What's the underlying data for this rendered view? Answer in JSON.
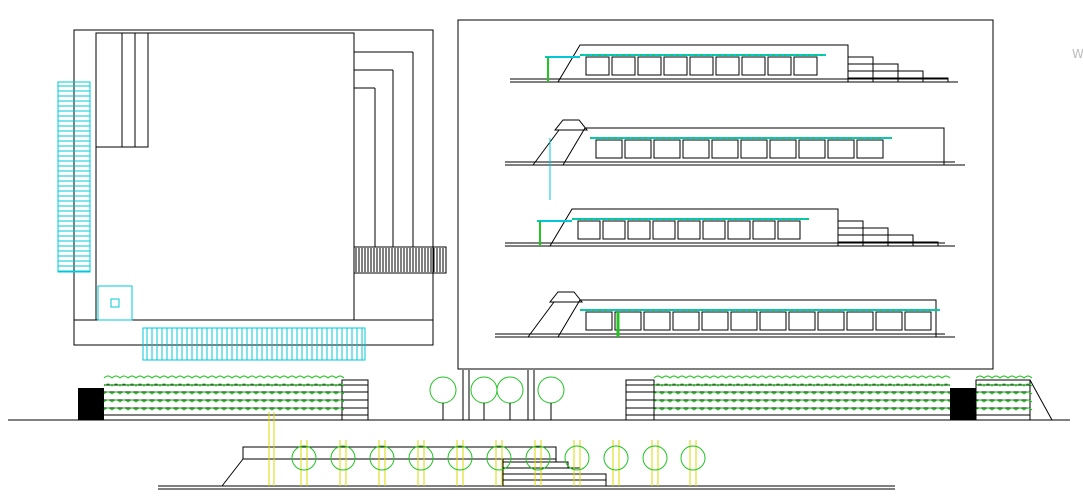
{
  "drawing": {
    "watermark": "W",
    "colors": {
      "line": "#000000",
      "cyan": "#00c8d8",
      "green": "#22c322",
      "yellow": "#d8d800"
    },
    "elevations": [
      {
        "windows": 9,
        "steps": 4,
        "left": "canopy"
      },
      {
        "windows": 10,
        "steps": 0,
        "left": "tower"
      },
      {
        "windows": 9,
        "steps": 4,
        "left": "canopy"
      },
      {
        "windows": 12,
        "steps": 0,
        "left": "tower"
      }
    ],
    "site_trees": 4,
    "section_trees": 11
  }
}
